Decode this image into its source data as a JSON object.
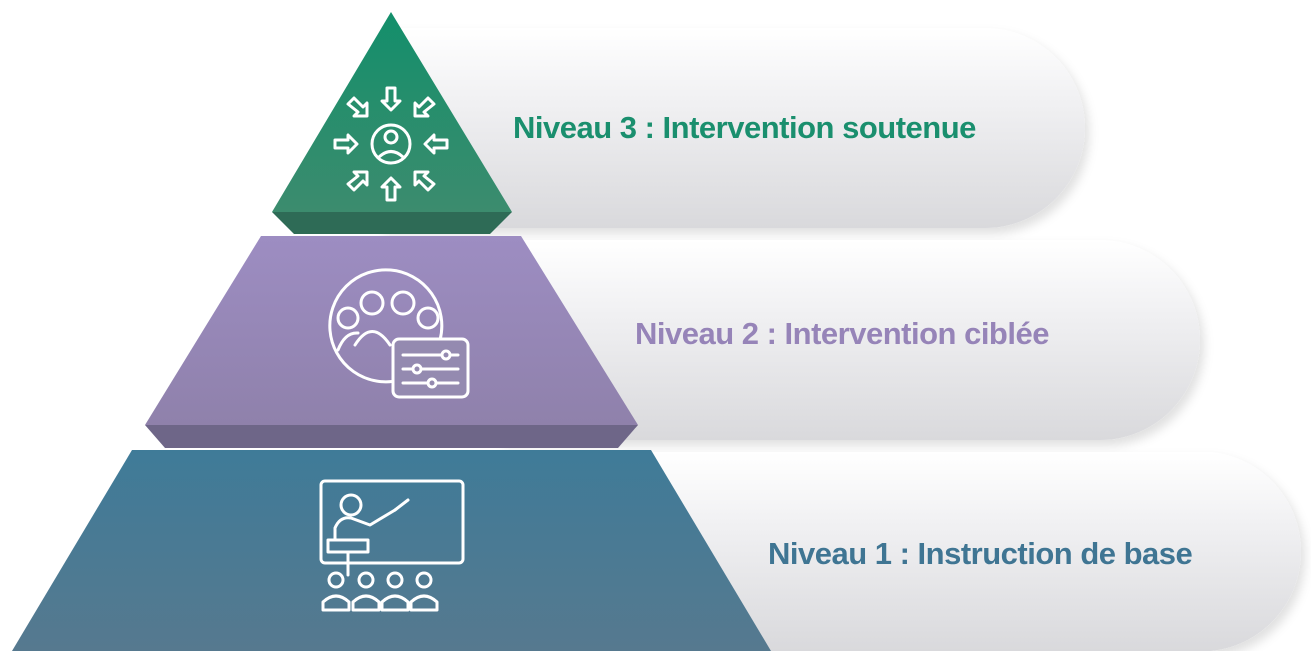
{
  "levels": [
    {
      "label": "Niveau 3 : Intervention soutenue",
      "color": "#1a8f6e",
      "icon": "person-arrows-inward-icon"
    },
    {
      "label": "Niveau 2 : Intervention ciblée",
      "color": "#9684b8",
      "icon": "group-sliders-icon"
    },
    {
      "label": "Niveau 1 : Instruction de base",
      "color": "#3f7593",
      "icon": "teacher-classroom-icon"
    }
  ],
  "colors": {
    "tier3_fill": "#2a8f6a",
    "tier2_fill": "#9385b3",
    "tier1_fill": "#4b7e97",
    "pill": "#e8e8ea"
  }
}
